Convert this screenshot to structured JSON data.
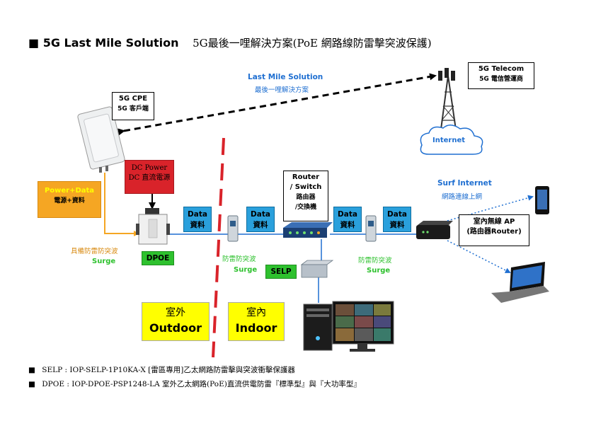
{
  "title": {
    "bullet": "■",
    "main": "5G Last Mile Solution",
    "sub": "5G最後一哩解決方案(PoE 網路線防雷擊突波保護)"
  },
  "telecom": {
    "line1": "5G Telecom",
    "line2": "5G 電信營運商"
  },
  "cpe": {
    "line1": "5G CPE",
    "line2": "5G 客戶端"
  },
  "last_mile": {
    "en": "Last Mile Solution",
    "zh": "最後一哩解決方案"
  },
  "internet": "Internet",
  "dc_power": {
    "line1": "DC Power",
    "line2": "DC 直流電源"
  },
  "power_data": {
    "line1": "Power+Data",
    "line2": "電源+資料"
  },
  "router_switch": {
    "line1": "Router",
    "line2": "/ Switch",
    "line3": "路由器",
    "line4": "/交換機"
  },
  "surf": {
    "en": "Surf Internet",
    "zh": "網路連線上網"
  },
  "ap": {
    "line1": "室內無線 AP",
    "line2": "(路由器Router)"
  },
  "data_boxes": [
    {
      "line1": "Data",
      "line2": "資料"
    },
    {
      "line1": "Data",
      "line2": "資料"
    },
    {
      "line1": "Data",
      "line2": "資料"
    },
    {
      "line1": "Data",
      "line2": "資料"
    }
  ],
  "dpoe_surge": {
    "zh": "具備防雷防突波",
    "en": "Surge"
  },
  "dpoe": "DPOE",
  "surge_mid": {
    "zh": "防雷防突波",
    "en": "Surge"
  },
  "surge_right": {
    "zh": "防雷防突波",
    "en": "Surge"
  },
  "selp": "SELP",
  "outdoor": {
    "zh": "室外",
    "en": "Outdoor"
  },
  "indoor": {
    "zh": "室內",
    "en": "Indoor"
  },
  "footnotes": [
    {
      "bullet": "■",
      "text": "SELP : IOP-SELP-1P10KA-X [雷區專用]乙太網路防雷擊與突波衝擊保護器"
    },
    {
      "bullet": "■",
      "text": "DPOE : IOP-DPOE-PSP1248-LA 室外乙太網路(PoE)直流供電防雷『標準型』與『大功率型』"
    }
  ],
  "colors": {
    "blue_accent": "#1f6fd1",
    "data_box": "#2aa0dc",
    "green": "#2ec12e",
    "yellow": "#ffff00",
    "orange": "#f5a623",
    "red_divider": "#d9232a",
    "dc_red": "#d9232a"
  }
}
